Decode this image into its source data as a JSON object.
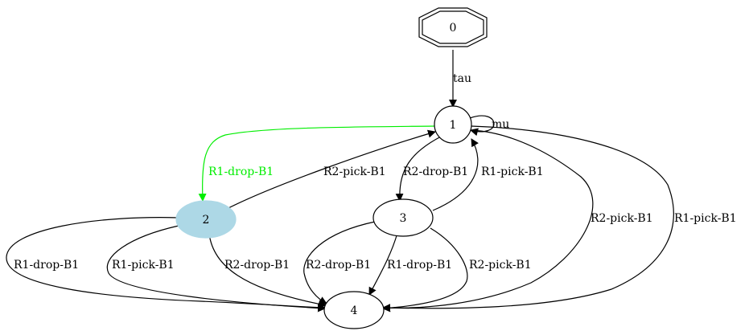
{
  "graph": {
    "nodes": [
      {
        "id": "0",
        "label": "0",
        "shape": "doubleoctagon",
        "fill": "#ffffff"
      },
      {
        "id": "1",
        "label": "1",
        "shape": "circle",
        "fill": "#ffffff"
      },
      {
        "id": "2",
        "label": "2",
        "shape": "ellipse",
        "fill": "#add8e6"
      },
      {
        "id": "3",
        "label": "3",
        "shape": "ellipse",
        "fill": "#ffffff"
      },
      {
        "id": "4",
        "label": "4",
        "shape": "ellipse",
        "fill": "#ffffff"
      }
    ],
    "edges": [
      {
        "from": "0",
        "to": "1",
        "label": "tau",
        "color": "#000000"
      },
      {
        "from": "1",
        "to": "1",
        "label": "mu",
        "color": "#000000"
      },
      {
        "from": "1",
        "to": "2",
        "label": "R1-drop-B1",
        "color": "#00ee00"
      },
      {
        "from": "2",
        "to": "1",
        "label": "R2-pick-B1",
        "color": "#000000"
      },
      {
        "from": "1",
        "to": "3",
        "label": "R2-drop-B1",
        "color": "#000000"
      },
      {
        "from": "3",
        "to": "1",
        "label": "R1-pick-B1",
        "color": "#000000"
      },
      {
        "from": "1",
        "to": "4",
        "label": "R2-pick-B1",
        "color": "#000000"
      },
      {
        "from": "1",
        "to": "4",
        "label": "R1-pick-B1",
        "color": "#000000"
      },
      {
        "from": "2",
        "to": "4",
        "label": "R1-drop-B1",
        "color": "#000000"
      },
      {
        "from": "2",
        "to": "4",
        "label": "R1-pick-B1",
        "color": "#000000"
      },
      {
        "from": "2",
        "to": "4",
        "label": "R2-drop-B1",
        "color": "#000000"
      },
      {
        "from": "3",
        "to": "4",
        "label": "R2-drop-B1",
        "color": "#000000"
      },
      {
        "from": "3",
        "to": "4",
        "label": "R1-drop-B1",
        "color": "#000000"
      },
      {
        "from": "3",
        "to": "4",
        "label": "R2-pick-B1",
        "color": "#000000"
      }
    ]
  }
}
